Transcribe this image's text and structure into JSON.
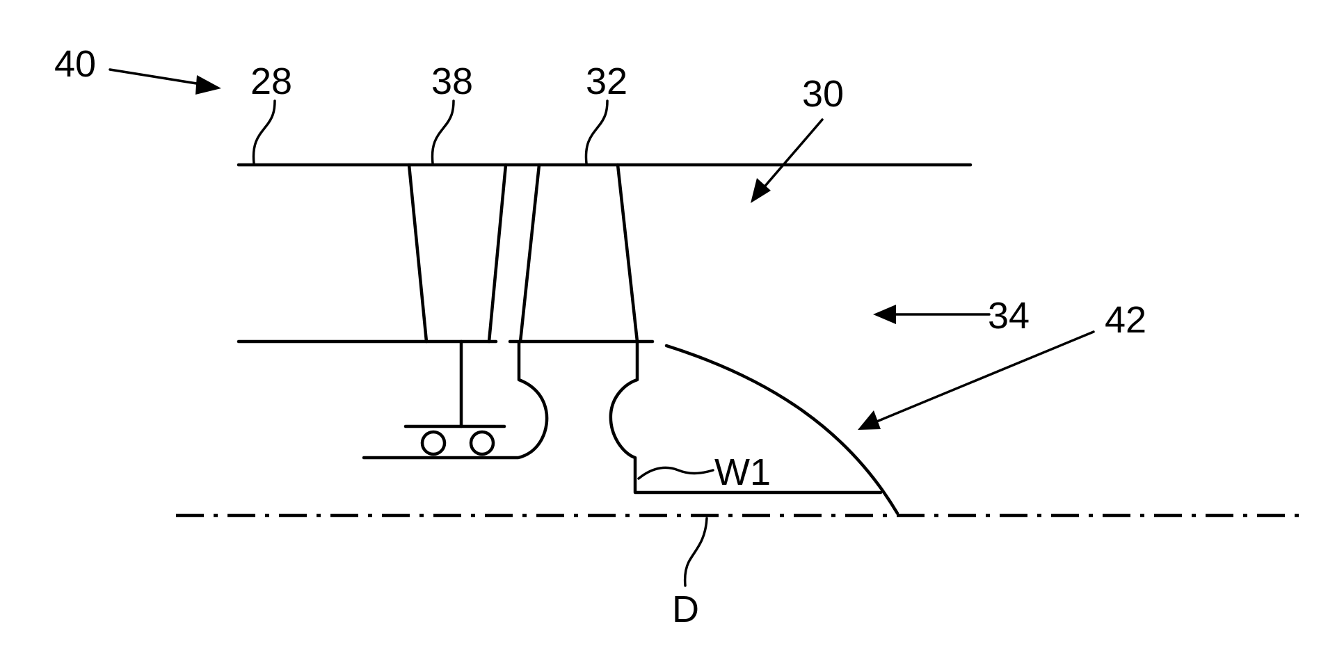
{
  "labels": {
    "ref_40": "40",
    "ref_28": "28",
    "ref_38": "38",
    "ref_32": "32",
    "ref_30": "30",
    "ref_34": "34",
    "ref_42": "42",
    "ref_w1": "W1",
    "ref_d": "D"
  },
  "colors": {
    "line": "#000000",
    "background": "#ffffff"
  }
}
